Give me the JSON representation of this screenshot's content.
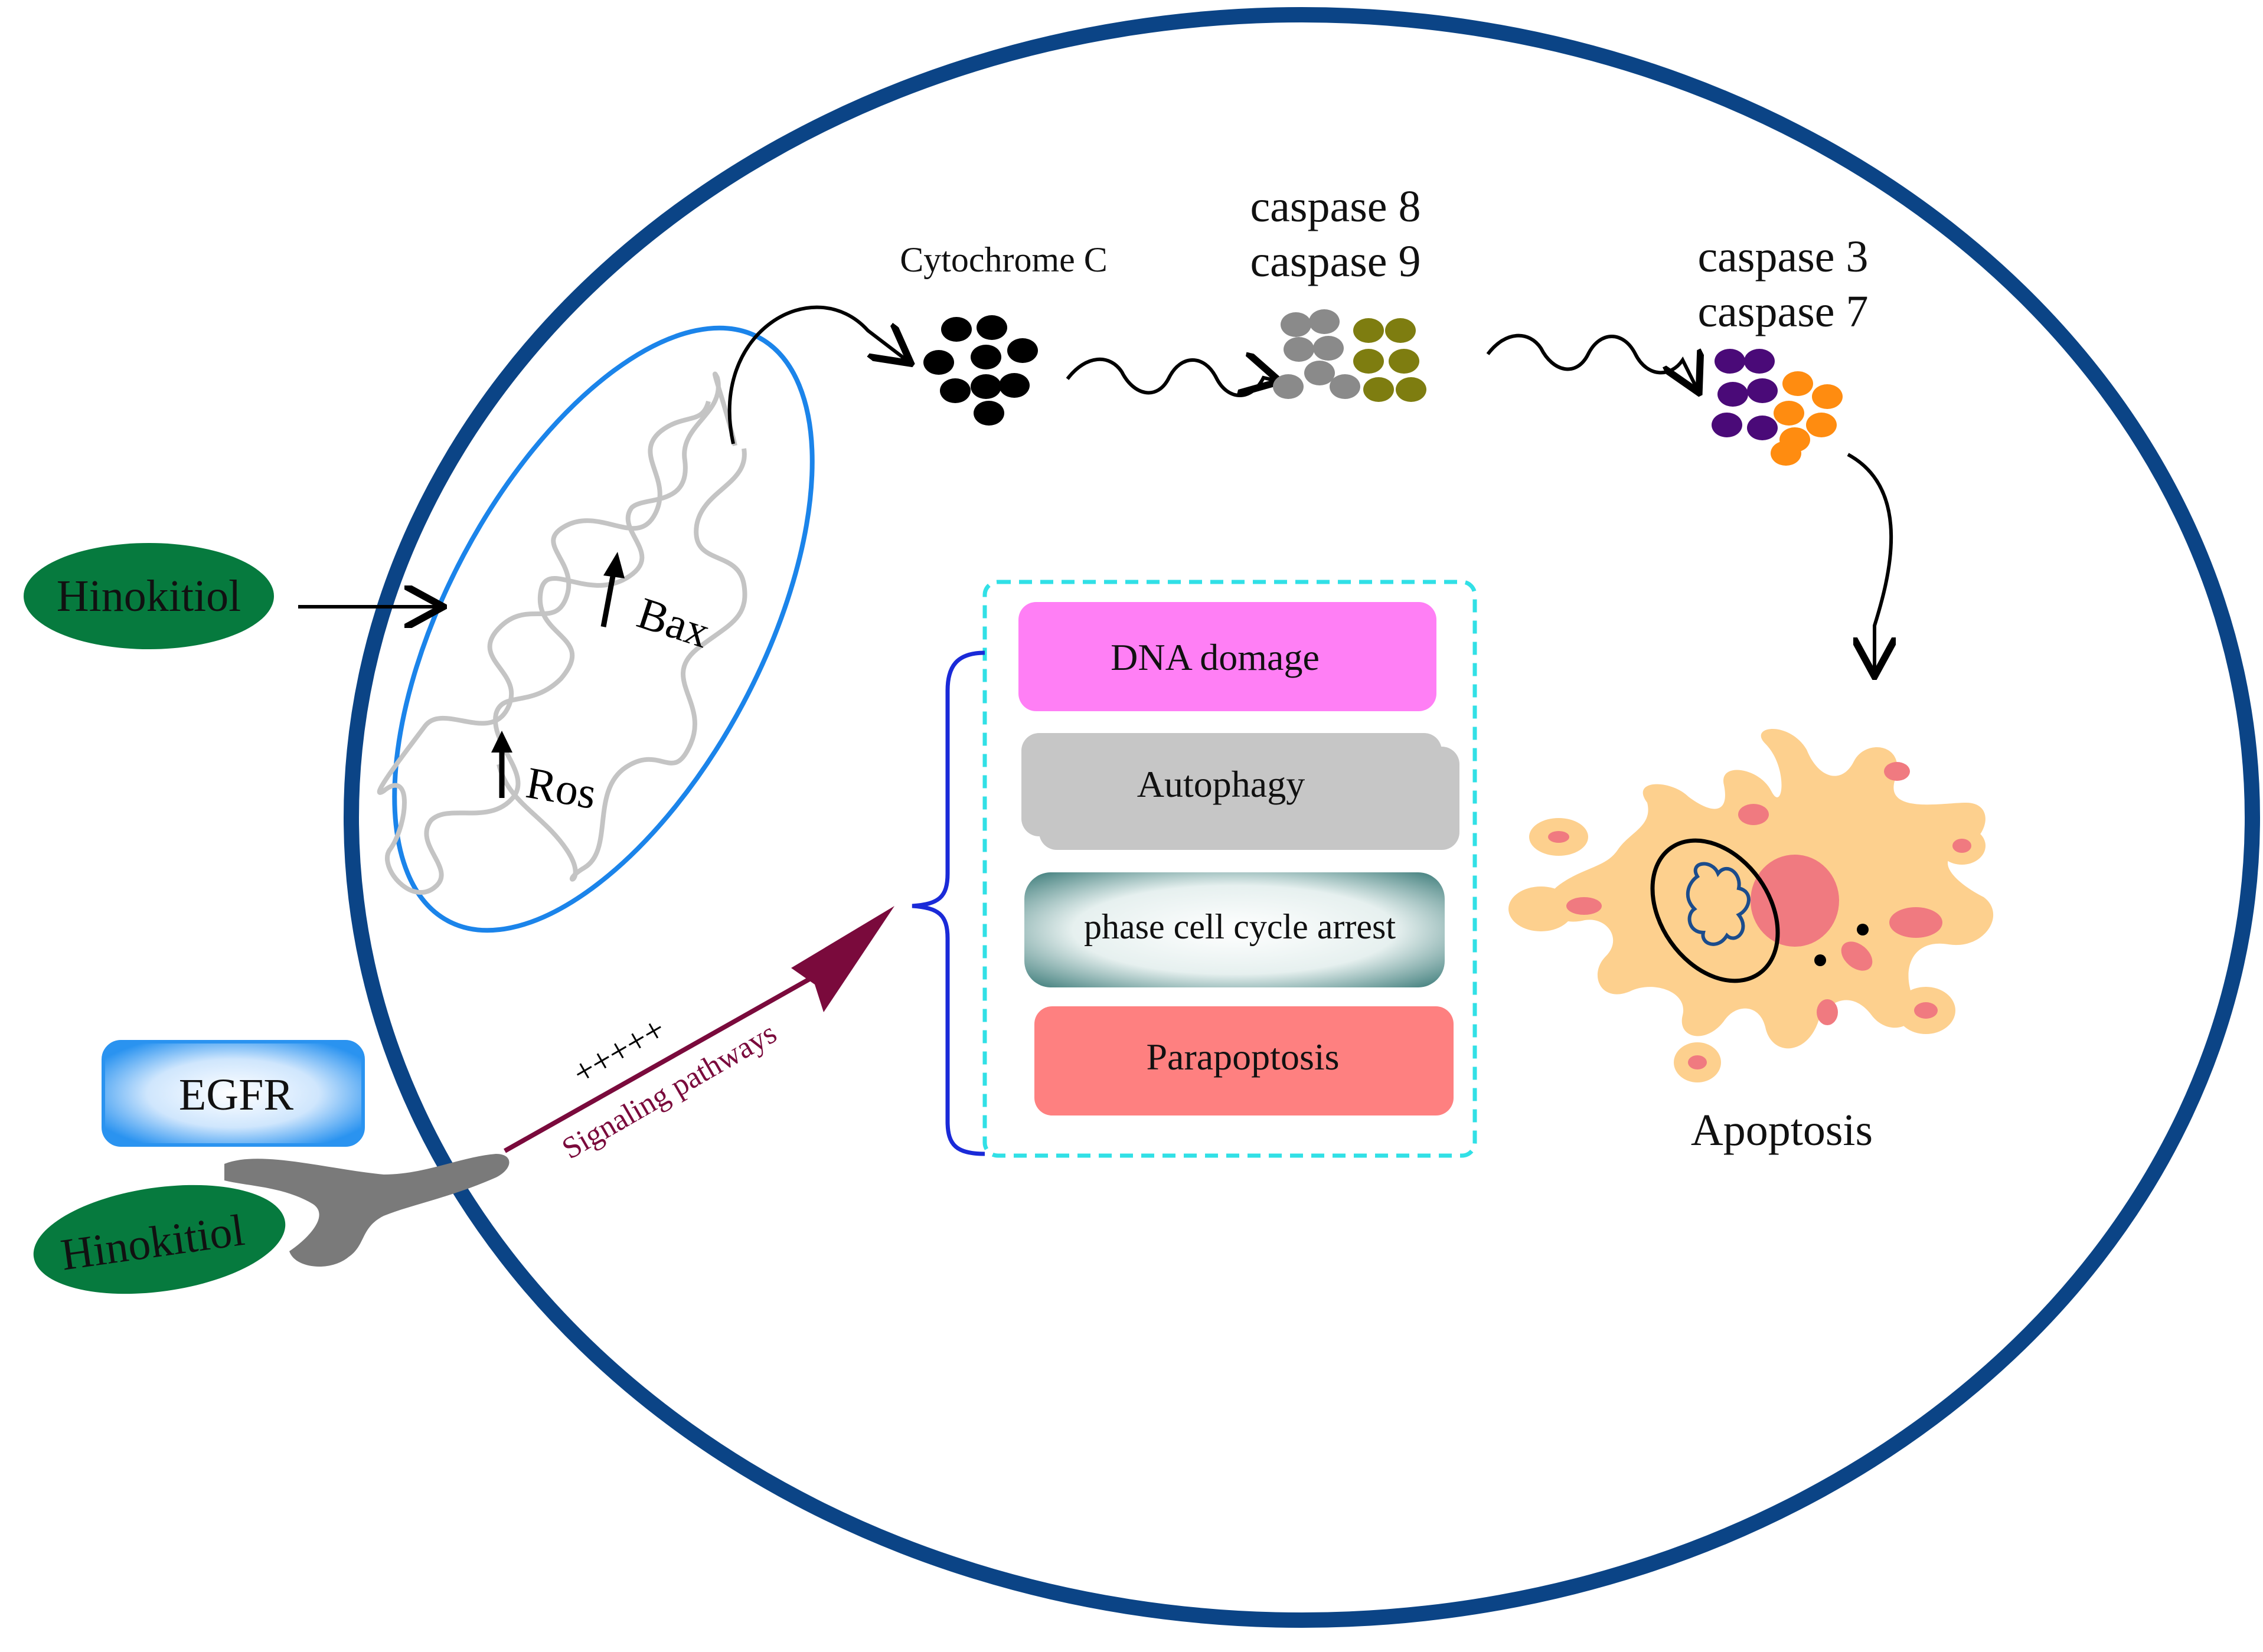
{
  "labels": {
    "hinokitiol_top": "Hinokitiol",
    "hinokitiol_bottom": "Hinokitiol",
    "egfr": "EGFR",
    "bax": "Bax",
    "ros": "Ros",
    "cytochrome": "Cytochrome C",
    "caspase8": "caspase 8",
    "caspase9": "caspase 9",
    "caspase3": "caspase 3",
    "caspase7": "caspase 7",
    "signaling": "Signaling pathways",
    "plus_marks": "+++++",
    "apoptosis": "Apoptosis"
  },
  "effects": [
    {
      "label": "DNA domage",
      "color": "#ff7ff5"
    },
    {
      "label": "Autophagy",
      "color": "#c6c6c6"
    },
    {
      "label": "phase cell cycle arrest",
      "color": "#3d7c7a"
    },
    {
      "label": "Parapoptosis",
      "color": "#fe8080"
    }
  ],
  "colors": {
    "cell_membrane": "#0b4486",
    "mitochondrion_outline": "#1b84ea",
    "hinokitiol": "#067a3e",
    "egfr": "#2a93f0",
    "signaling_arrow": "#7a0a3c",
    "caspase8": "#8a8a8a",
    "caspase9": "#7e7d10",
    "caspase3": "#4a0a78",
    "caspase7": "#ff8c10",
    "apoptotic_cell": "#fdd08e",
    "apoptotic_spot": "#f07a80",
    "bracket": "#1a2ad8",
    "dashed_box": "#31e0e6"
  }
}
